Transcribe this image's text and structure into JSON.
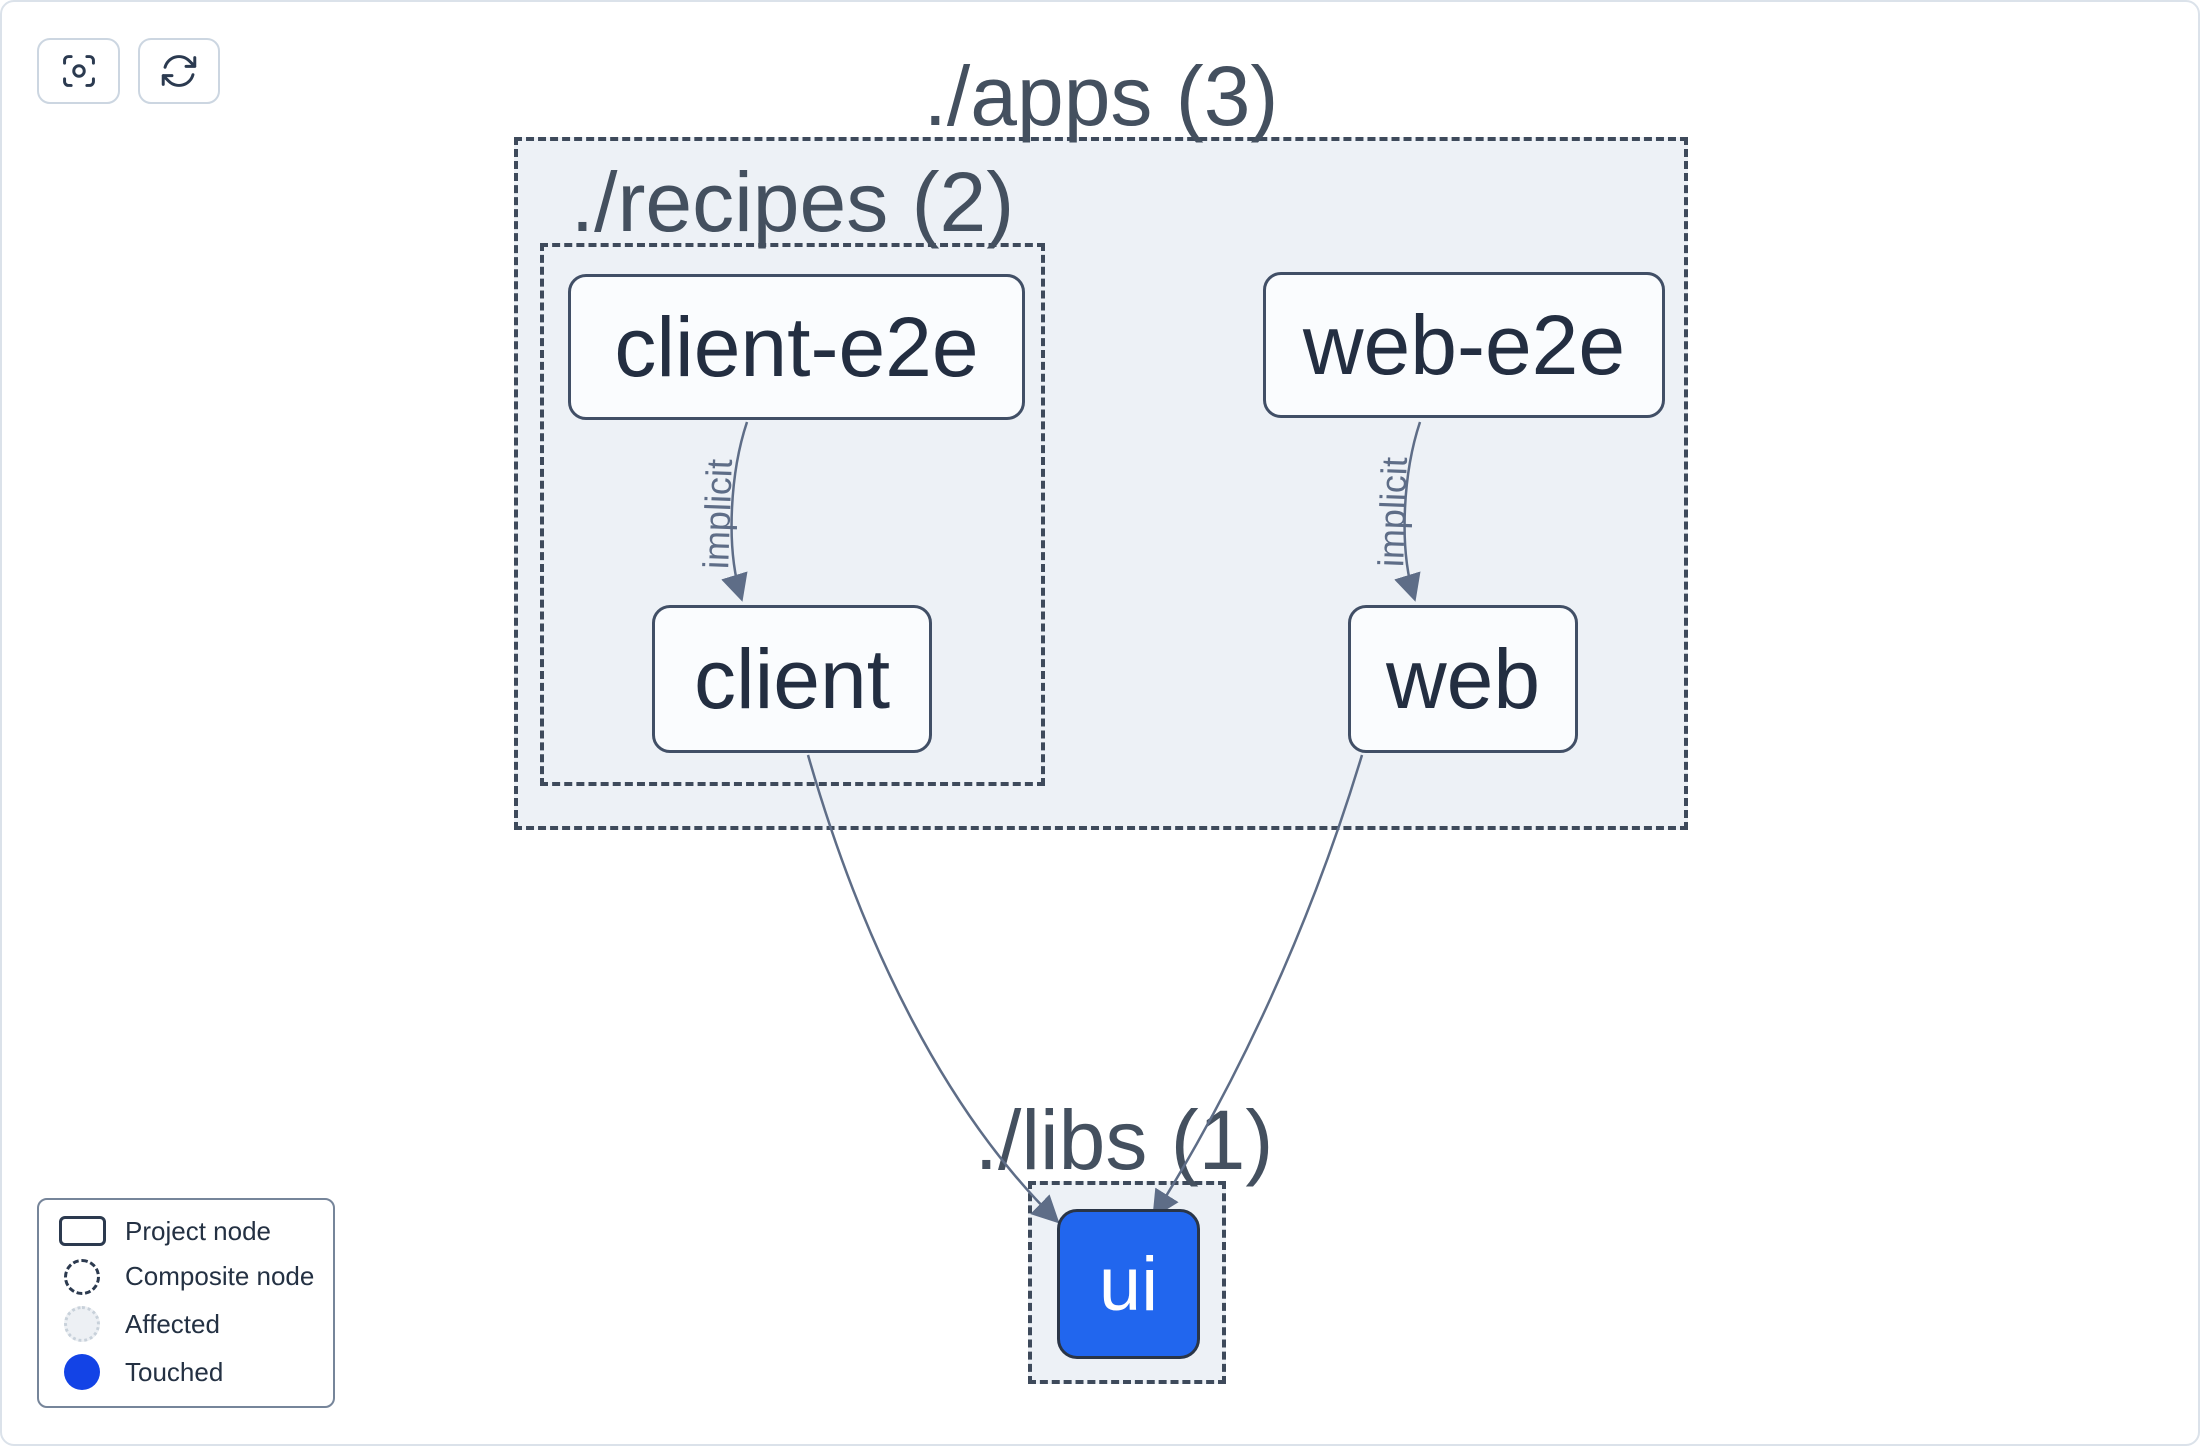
{
  "toolbar": {
    "center_button": {
      "icon": "viewfinder-circle-icon"
    },
    "refresh_button": {
      "icon": "refresh-icon"
    }
  },
  "graph": {
    "groups": [
      {
        "id": "apps",
        "label": "./apps (3)",
        "count": 3
      },
      {
        "id": "recipes",
        "label": "./recipes (2)",
        "count": 2
      },
      {
        "id": "libs",
        "label": "./libs (1)",
        "count": 1
      }
    ],
    "nodes": [
      {
        "id": "client-e2e",
        "label": "client-e2e",
        "state": "normal"
      },
      {
        "id": "web-e2e",
        "label": "web-e2e",
        "state": "normal"
      },
      {
        "id": "client",
        "label": "client",
        "state": "normal"
      },
      {
        "id": "web",
        "label": "web",
        "state": "normal"
      },
      {
        "id": "ui",
        "label": "ui",
        "state": "touched"
      }
    ],
    "edges": [
      {
        "from": "client-e2e",
        "to": "client",
        "label": "implicit"
      },
      {
        "from": "web-e2e",
        "to": "web",
        "label": "implicit"
      },
      {
        "from": "client",
        "to": "ui",
        "label": ""
      },
      {
        "from": "web",
        "to": "ui",
        "label": ""
      }
    ]
  },
  "legend": {
    "items": [
      {
        "icon": "project-node-icon",
        "label": "Project node"
      },
      {
        "icon": "composite-node-icon",
        "label": "Composite node"
      },
      {
        "icon": "affected-icon",
        "label": "Affected"
      },
      {
        "icon": "touched-icon",
        "label": "Touched"
      }
    ]
  },
  "colors": {
    "group_fill": "#edf1f6",
    "group_border": "#3e4a5b",
    "node_fill": "#fafcfe",
    "node_border": "#414f66",
    "node_text": "#232e41",
    "edge": "#5e6d87",
    "touched_node_fill": "#2166ee",
    "touched_legend_dot": "#1343e6",
    "affected_fill": "#edf0f4"
  }
}
